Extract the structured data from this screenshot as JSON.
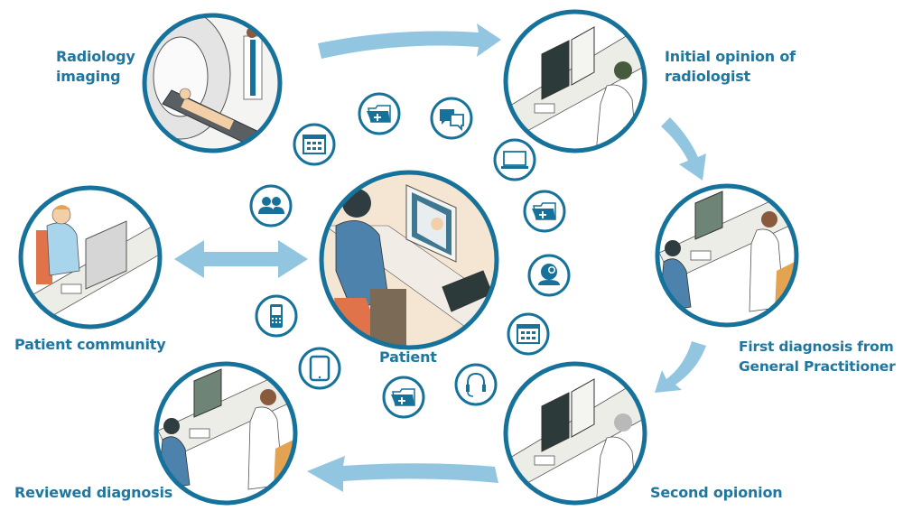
{
  "colors": {
    "ring": "#17729b",
    "label": "#1f77a0",
    "arrow": "#92c6e0",
    "desk": "#ededE8",
    "skin": "#f2cfa6",
    "coat": "#ffffff",
    "patient_shirt": "#4c82ab",
    "chair_orange": "#e0734a",
    "chair_tan": "#e3a351",
    "floor_beige": "#f4e6d2",
    "screen_dark": "#2d3a3a"
  },
  "nodes": {
    "radiology": {
      "label_line1": "Radiology",
      "label_line2": "imaging"
    },
    "initial_opinion": {
      "label_line1": "Initial opinion of",
      "label_line2": "radiologist"
    },
    "first_diagnosis": {
      "label_line1": "First diagnosis from",
      "label_line2": "General Practitioner"
    },
    "second_opinion": {
      "label": "Second opionion"
    },
    "reviewed_diagnosis": {
      "label": "Reviewed diagnosis"
    },
    "patient_community": {
      "label": "Patient community"
    },
    "patient": {
      "label": "Patient"
    }
  },
  "icons": [
    {
      "name": "calendar-icon"
    },
    {
      "name": "medical-folder-icon"
    },
    {
      "name": "chat-bubbles-icon"
    },
    {
      "name": "laptop-icon"
    },
    {
      "name": "people-icon"
    },
    {
      "name": "medical-folder-icon"
    },
    {
      "name": "webcam-icon"
    },
    {
      "name": "mobile-phone-icon"
    },
    {
      "name": "calendar-icon"
    },
    {
      "name": "tablet-icon"
    },
    {
      "name": "medical-folder-icon"
    },
    {
      "name": "headset-icon"
    }
  ],
  "flow": [
    {
      "from": "Radiology imaging",
      "to": "Initial opinion of radiologist"
    },
    {
      "from": "Initial opinion of radiologist",
      "to": "First diagnosis from General Practitioner"
    },
    {
      "from": "First diagnosis from General Practitioner",
      "to": "Second opionion"
    },
    {
      "from": "Second opionion",
      "to": "Reviewed diagnosis"
    },
    {
      "from": "Patient community",
      "to": "Patient",
      "bidirectional": true
    }
  ]
}
